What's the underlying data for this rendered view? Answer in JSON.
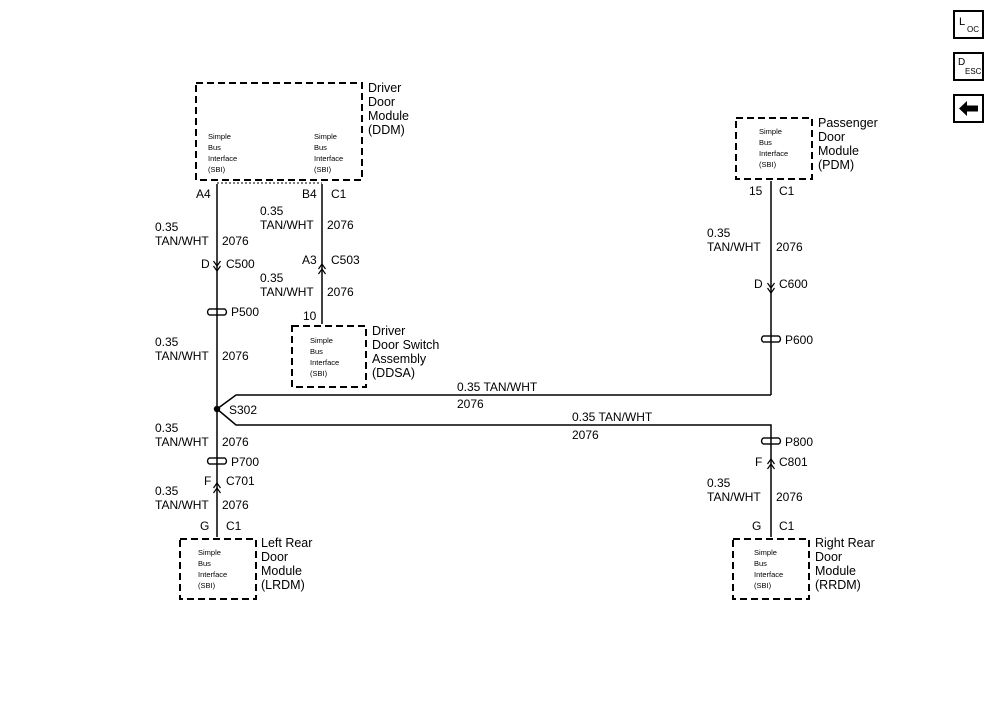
{
  "nav": {
    "loc": {
      "big": "L",
      "small": "OC",
      "label": "LOC"
    },
    "desc": {
      "big": "D",
      "small": "ESC",
      "label": "DESC"
    },
    "back": {
      "label": "Back"
    }
  },
  "modules": {
    "ddm": {
      "name": [
        "Driver",
        "Door",
        "Module",
        "(DDM)"
      ],
      "sbi_left": [
        "Simple",
        "Bus",
        "Interface",
        "(SBI)"
      ],
      "sbi_right": [
        "Simple",
        "Bus",
        "Interface",
        "(SBI)"
      ]
    },
    "pdm": {
      "name": [
        "Passenger",
        "Door",
        "Module",
        "(PDM)"
      ],
      "sbi": [
        "Simple",
        "Bus",
        "Interface",
        "(SBI)"
      ]
    },
    "ddsa": {
      "name": [
        "Driver",
        "Door Switch",
        "Assembly",
        "(DDSA)"
      ],
      "sbi": [
        "Simple",
        "Bus",
        "Interface",
        "(SBI)"
      ]
    },
    "lrdm": {
      "name": [
        "Left Rear",
        "Door",
        "Module",
        "(LRDM)"
      ],
      "sbi": [
        "Simple",
        "Bus",
        "Interface",
        "(SBI)"
      ]
    },
    "rrdm": {
      "name": [
        "Right Rear",
        "Door",
        "Module",
        "(RRDM)"
      ],
      "sbi": [
        "Simple",
        "Bus",
        "Interface",
        "(SBI)"
      ]
    }
  },
  "pins": {
    "a4": "A4",
    "b4": "B4",
    "c1_ddm": "C1",
    "a3": "A3",
    "c503": "C503",
    "d_c500": "D",
    "c500": "C500",
    "p500": "P500",
    "pin10": "10",
    "s302": "S302",
    "p700": "P700",
    "f_c701": "F",
    "c701": "C701",
    "g_lrdm": "G",
    "c1_lrdm": "C1",
    "pin15": "15",
    "c1_pdm": "C1",
    "d_c600": "D",
    "c600": "C600",
    "p600": "P600",
    "p800": "P800",
    "f_c801": "F",
    "c801": "C801",
    "g_rrdm": "G",
    "c1_rrdm": "C1"
  },
  "wires": {
    "w1": {
      "gauge": "0.35",
      "color": "TAN/WHT",
      "circuit": "2076"
    },
    "w2": {
      "gauge": "0.35",
      "color": "TAN/WHT",
      "circuit": "2076"
    },
    "w3": {
      "gauge": "0.35",
      "color": "TAN/WHT",
      "circuit": "2076"
    },
    "w4": {
      "gauge": "0.35",
      "color": "TAN/WHT",
      "circuit": "2076"
    },
    "w5": {
      "gauge": "0.35",
      "color": "TAN/WHT",
      "circuit": "2076"
    },
    "w6": {
      "gauge": "0.35",
      "color": "TAN/WHT",
      "circuit": "2076"
    },
    "w7": {
      "gauge": "0.35",
      "color": "TAN/WHT",
      "circuit": "2076"
    },
    "w8": {
      "gauge_color": "0.35 TAN/WHT",
      "circuit": "2076"
    },
    "w9": {
      "gauge_color": "0.35 TAN/WHT",
      "circuit": "2076"
    },
    "w10": {
      "gauge": "0.35",
      "color": "TAN/WHT",
      "circuit": "2076"
    }
  }
}
